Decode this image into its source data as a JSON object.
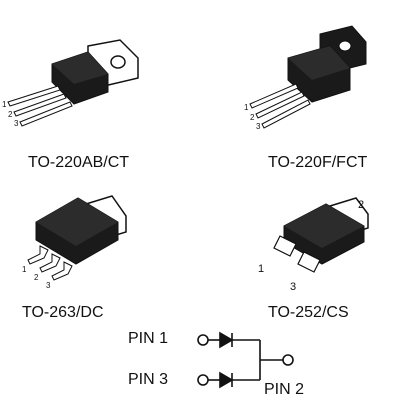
{
  "packages": [
    {
      "label": "TO-220AB/CT",
      "pins": [
        "1",
        "2",
        "3"
      ]
    },
    {
      "label": "TO-220F/FCT",
      "pins": [
        "1",
        "2",
        "3"
      ]
    },
    {
      "label": "TO-263/DC",
      "pins": [
        "1",
        "2",
        "3"
      ]
    },
    {
      "label": "TO-252/CS",
      "pins": [
        "1",
        "2",
        "3"
      ]
    }
  ],
  "schematic": {
    "pin1_label": "PIN 1",
    "pin3_label": "PIN 3",
    "pin2_label": "PIN 2"
  }
}
